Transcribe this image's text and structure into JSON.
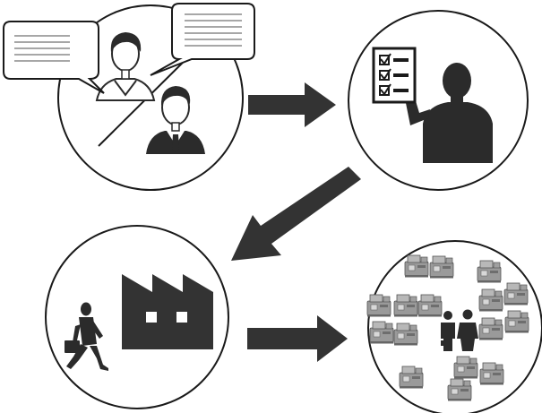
{
  "diagram": {
    "style": "grayscale pictogram process flow",
    "colors": {
      "stroke": "#1a1a1a",
      "dark": "#333333",
      "silhouette": "#2b2b2b",
      "mid": "#8a8a8a",
      "light": "#c8c8c8",
      "background": "#ffffff"
    },
    "steps": [
      {
        "id": "consultation",
        "icons": [
          "speech-bubble-icon",
          "speech-bubble-icon",
          "woman-avatar-icon",
          "businessman-avatar-icon"
        ]
      },
      {
        "id": "checklist-review",
        "icons": [
          "checklist-icon",
          "presenter-silhouette-icon"
        ]
      },
      {
        "id": "factory-visit",
        "icons": [
          "walking-businessman-icon",
          "factory-icon"
        ]
      },
      {
        "id": "machine-inspection",
        "icons": [
          "machine-tool-icon",
          "two-people-icon"
        ]
      }
    ],
    "arrows": [
      {
        "from": "consultation",
        "to": "checklist-review",
        "direction": "right"
      },
      {
        "from": "checklist-review",
        "to": "factory-visit",
        "direction": "down-left"
      },
      {
        "from": "factory-visit",
        "to": "machine-inspection",
        "direction": "right"
      }
    ]
  }
}
